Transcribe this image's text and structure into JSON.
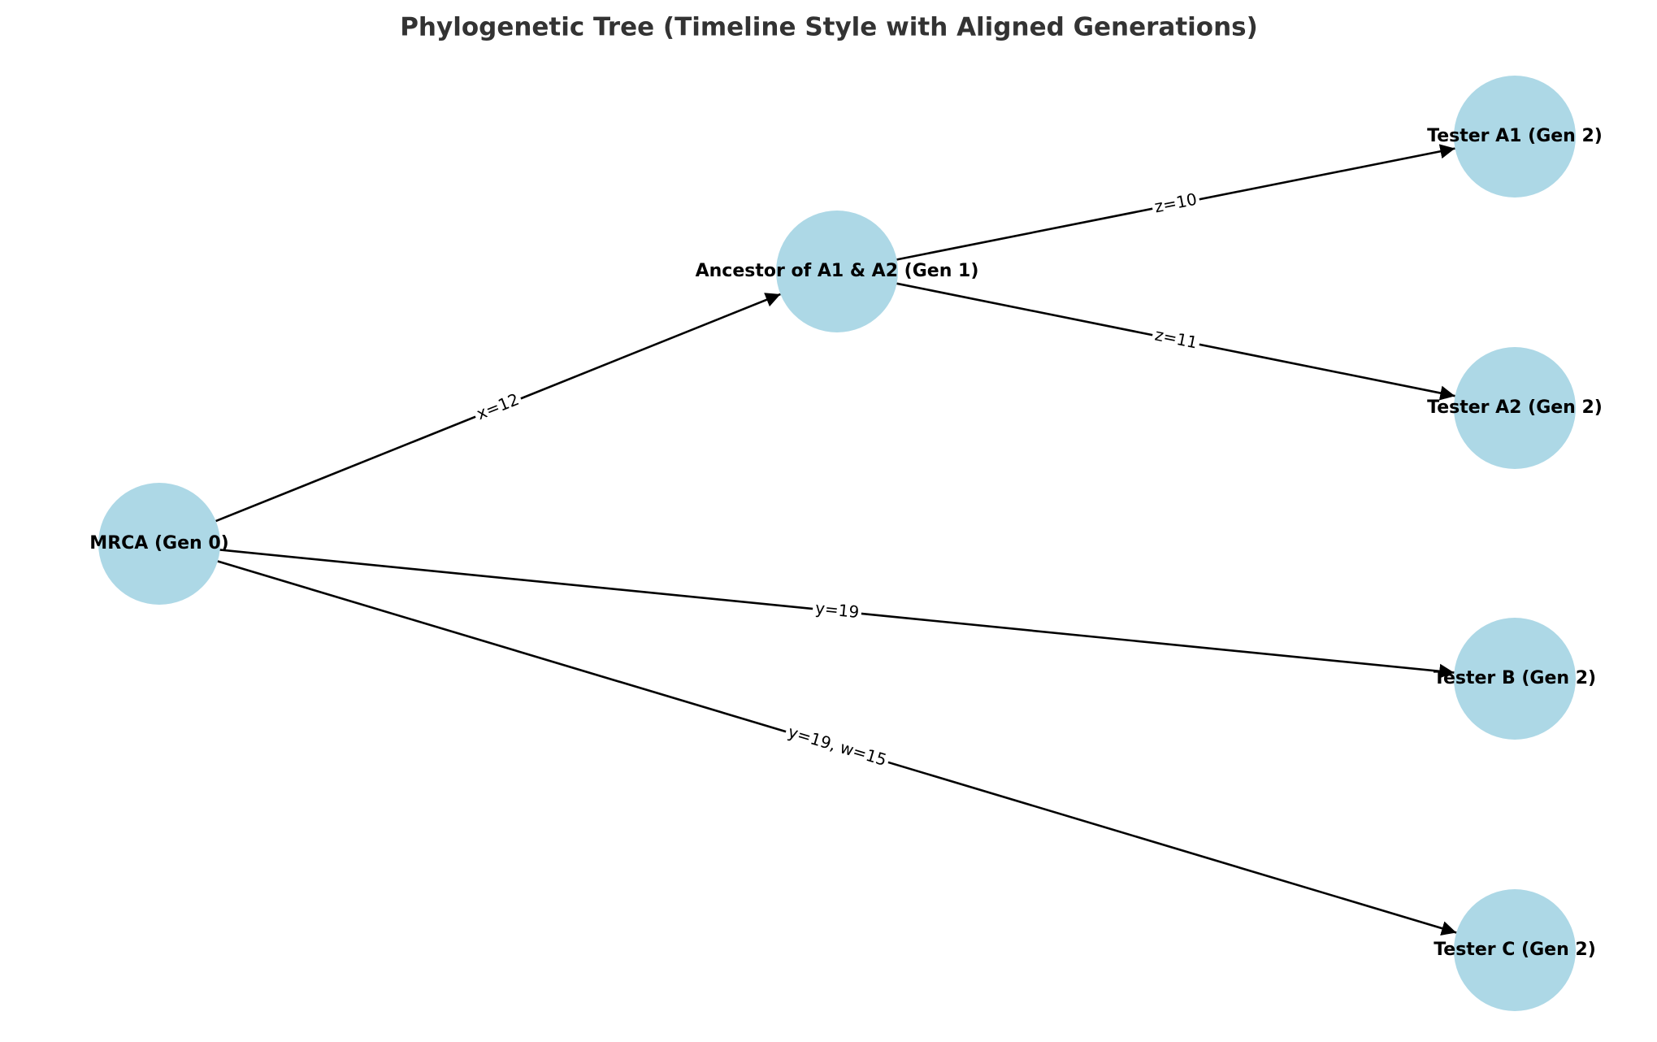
{
  "diagram": {
    "title": "Phylogenetic Tree (Timeline Style with Aligned Generations)",
    "colors": {
      "node": "#add8e6",
      "edge": "#000000",
      "title": "#333333"
    },
    "nodes": [
      {
        "id": "mrca",
        "label": "MRCA (Gen 0)"
      },
      {
        "id": "anc",
        "label": "Ancestor of A1 & A2 (Gen 1)"
      },
      {
        "id": "a1",
        "label": "Tester A1 (Gen 2)"
      },
      {
        "id": "a2",
        "label": "Tester A2 (Gen 2)"
      },
      {
        "id": "b",
        "label": "Tester B (Gen 2)"
      },
      {
        "id": "c",
        "label": "Tester C (Gen 2)"
      }
    ],
    "edges": [
      {
        "from": "mrca",
        "to": "anc",
        "label": "x=12"
      },
      {
        "from": "anc",
        "to": "a1",
        "label": "z=10"
      },
      {
        "from": "anc",
        "to": "a2",
        "label": "z=11"
      },
      {
        "from": "mrca",
        "to": "b",
        "label": "y=19"
      },
      {
        "from": "mrca",
        "to": "c",
        "label": "y=19, w=15"
      }
    ]
  }
}
